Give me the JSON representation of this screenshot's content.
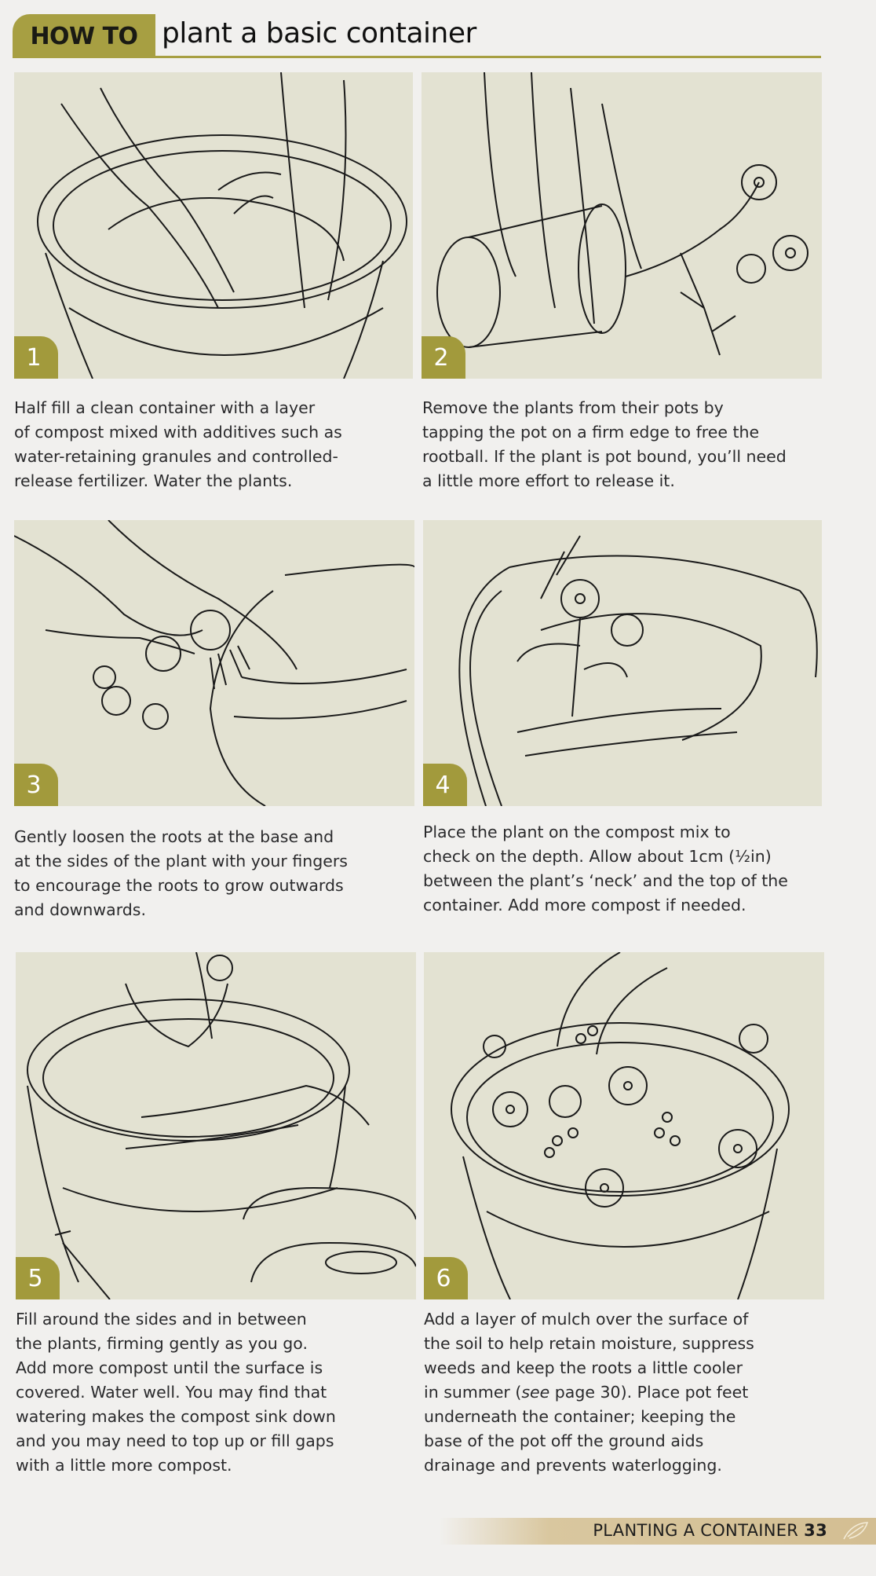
{
  "header": {
    "howto_label": "HOW TO",
    "title": "plant a basic container",
    "accent_color": "#a79f42"
  },
  "steps": [
    {
      "number": "1",
      "illustration": "hands-filling-pot-with-compost",
      "lines": [
        "Half fill a clean container with a layer",
        "of compost mixed with additives such as",
        "water-retaining granules and controlled-",
        "release fertilizer. Water the plants."
      ]
    },
    {
      "number": "2",
      "illustration": "hand-tapping-pot-to-remove-plant",
      "lines": [
        "Remove the plants from their pots by",
        "tapping the pot on a firm edge to free the",
        "rootball. If the plant is pot bound, you’ll need",
        "a little more effort to release it."
      ]
    },
    {
      "number": "3",
      "illustration": "hands-loosening-roots",
      "lines": [
        "Gently loosen the roots at the base and",
        "at the sides of the plant with your fingers",
        "to encourage the roots to grow outwards",
        "and downwards."
      ]
    },
    {
      "number": "4",
      "illustration": "placing-plant-on-compost",
      "lines": [
        "Place the plant on the compost mix to",
        "check on the depth. Allow about 1cm (½in)",
        "between the plant’s ‘neck’ and the top of the",
        "container. Add more compost if needed."
      ]
    },
    {
      "number": "5",
      "illustration": "hands-firming-compost-with-watering-can",
      "lines": [
        "Fill around the sides and in between",
        "the plants, firming gently as you go.",
        "Add more compost until the surface is",
        "covered. Water well. You may find that",
        "watering makes the compost sink down",
        "and you may need to top up or fill gaps",
        "with a little more compost."
      ]
    },
    {
      "number": "6",
      "illustration": "hand-adding-mulch-to-planted-pot",
      "lines": [
        "Add a layer of mulch over the surface of",
        "the soil to help retain moisture, suppress",
        "weeds and keep the roots a little cooler",
        "in summer (see page 30). Place pot feet",
        "underneath the container; keeping the",
        "base of the pot off the ground aids",
        "drainage and prevents waterlogging."
      ],
      "italic_word": "see"
    }
  ],
  "footer": {
    "section": "PLANTING A CONTAINER",
    "page_number": "33"
  }
}
